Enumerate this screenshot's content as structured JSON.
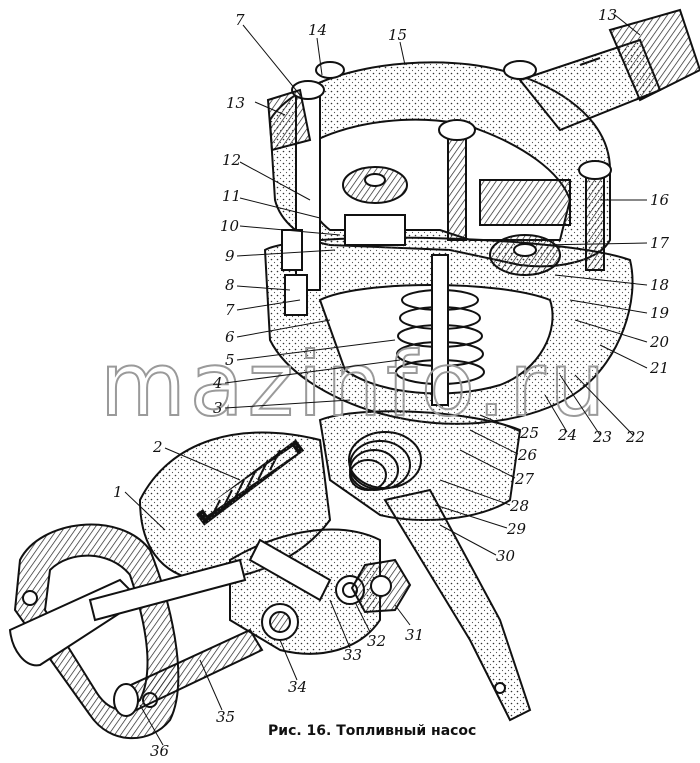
{
  "figure": {
    "caption": "Рис. 16. Топливный насос",
    "watermark": "mazinfo.ru"
  },
  "labels": [
    {
      "id": "l7a",
      "text": "7"
    },
    {
      "id": "l14",
      "text": "14"
    },
    {
      "id": "l15",
      "text": "15"
    },
    {
      "id": "l13a",
      "text": "13"
    },
    {
      "id": "l13b",
      "text": "13"
    },
    {
      "id": "l12",
      "text": "12"
    },
    {
      "id": "l11",
      "text": "11"
    },
    {
      "id": "l10",
      "text": "10"
    },
    {
      "id": "l9",
      "text": "9"
    },
    {
      "id": "l8",
      "text": "8"
    },
    {
      "id": "l7b",
      "text": "7"
    },
    {
      "id": "l6",
      "text": "6"
    },
    {
      "id": "l5",
      "text": "5"
    },
    {
      "id": "l4",
      "text": "4"
    },
    {
      "id": "l3",
      "text": "3"
    },
    {
      "id": "l2",
      "text": "2"
    },
    {
      "id": "l1",
      "text": "1"
    },
    {
      "id": "l16",
      "text": "16"
    },
    {
      "id": "l17",
      "text": "17"
    },
    {
      "id": "l18",
      "text": "18"
    },
    {
      "id": "l19",
      "text": "19"
    },
    {
      "id": "l20",
      "text": "20"
    },
    {
      "id": "l21",
      "text": "21"
    },
    {
      "id": "l22",
      "text": "22"
    },
    {
      "id": "l23",
      "text": "23"
    },
    {
      "id": "l24",
      "text": "24"
    },
    {
      "id": "l25",
      "text": "25"
    },
    {
      "id": "l26",
      "text": "26"
    },
    {
      "id": "l27",
      "text": "27"
    },
    {
      "id": "l28",
      "text": "28"
    },
    {
      "id": "l29",
      "text": "29"
    },
    {
      "id": "l30",
      "text": "30"
    },
    {
      "id": "l31",
      "text": "31"
    },
    {
      "id": "l32",
      "text": "32"
    },
    {
      "id": "l33",
      "text": "33"
    },
    {
      "id": "l34",
      "text": "34"
    },
    {
      "id": "l35",
      "text": "35"
    },
    {
      "id": "l36",
      "text": "36"
    }
  ]
}
